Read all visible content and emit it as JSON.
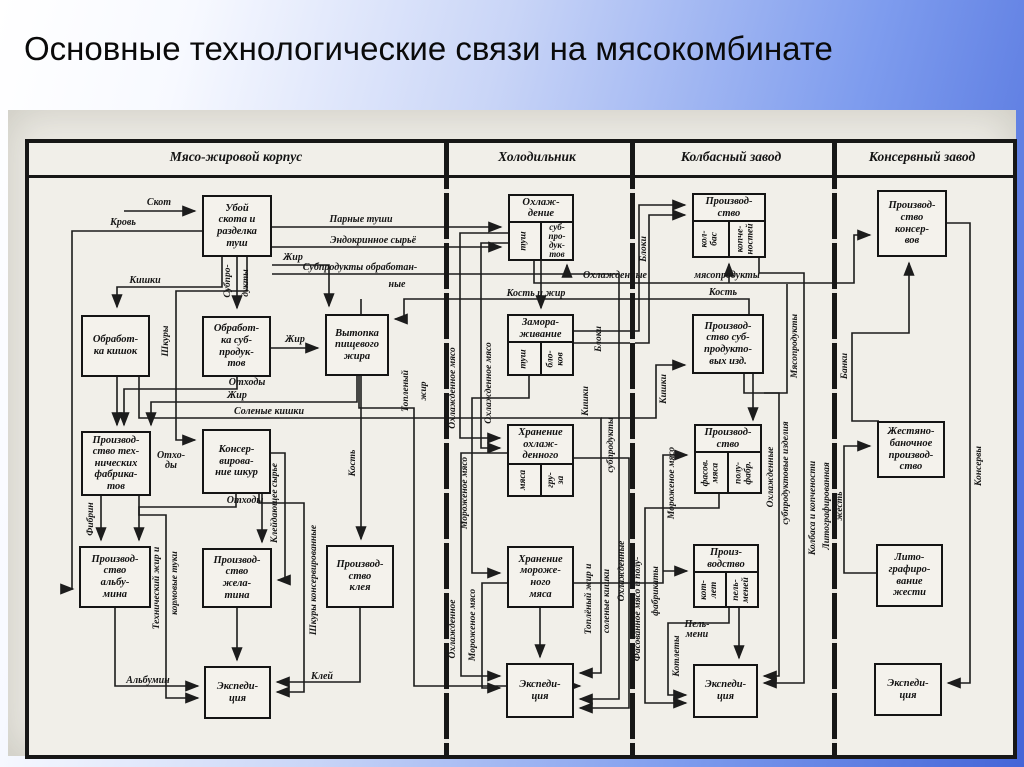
{
  "title": "Основные технологические связи на мясокомбинате",
  "sections": [
    "Мясо-жировой корпус",
    "Холодильник",
    "Колбасный завод",
    "Консервный завод"
  ],
  "boxes": {
    "m1": {
      "label": "Убой\nскота и\nразделка\nтуш"
    },
    "m2": {
      "label": "Обработ-\nка кишок"
    },
    "m3": {
      "label": "Обработ-\nка суб-\nпродук-\nтов"
    },
    "m4": {
      "label": "Вытопка\nпищевого\nжира"
    },
    "m5": {
      "label": "Производ-\nство тех-\nнических\nфабрика-\nтов"
    },
    "m6": {
      "label": "Консер-\nвирова-\nние шкур"
    },
    "m7": {
      "label": "Производ-\nство\nальбу-\nмина"
    },
    "m8": {
      "label": "Производ-\nство\nжела-\nтина"
    },
    "m9": {
      "label": "Производ-\nство\nклея"
    },
    "m10": {
      "label": "Экспеди-\nция"
    },
    "x1": {
      "head": "Охлаж-\nдение",
      "c1": "туш",
      "c2": "суб-\nпро-\nдук-\nтов"
    },
    "x2": {
      "head": "Замора-\nживание",
      "c1": "туш",
      "c2": "бло-\nков"
    },
    "x3": {
      "head": "Хранение\nохлаж-\nденного",
      "c1": "мяса",
      "c2": "гру-\nза"
    },
    "x4": {
      "label": "Хранение\nмороже-\nного\nмяса"
    },
    "x5": {
      "label": "Экспеди-\nция"
    },
    "k1": {
      "head": "Производ-\nство",
      "c1": "кол-\nбас",
      "c2": "копче-\nностей"
    },
    "k2": {
      "label": "Производ-\nство суб-\nпродукто-\nвых изд."
    },
    "k3": {
      "head": "Производ-\nство",
      "c1": "фасов.\nмяса",
      "c2": "полу-\nфабр."
    },
    "k4": {
      "head": "Произ-\nводство",
      "c1": "кот-\nлет",
      "c2": "пель-\nменей"
    },
    "k5": {
      "label": "Экспеди-\nция"
    },
    "c1": {
      "label": "Производ-\nство\nконсер-\nвов"
    },
    "c2": {
      "label": "Жестяно-\nбаночное\nпроизвод-\nство"
    },
    "c3": {
      "label": "Лито-\nграфиро-\nвание\nжести"
    },
    "c4": {
      "label": "Экспеди-\nция"
    }
  },
  "hlabels": [
    "Скот",
    "Кровь",
    "Кишки",
    "Парные туши",
    "Эндокринное сырьё",
    "Жир",
    "Субпродукты обработан-",
    "ные",
    "Жир",
    "Отходы",
    "Жир",
    "Соленые кишки",
    "Отхо-\nды",
    "Отходы",
    "Альбумин",
    "Клей",
    "Кость и жир",
    "Охлажденные",
    "мясопродукты",
    "Кость",
    "Пель-\nмени"
  ],
  "vlabels": [
    "Субпро-",
    "дукты",
    "Шкуры",
    "Кость",
    "Топленый",
    "жир",
    "Охлажденное мясо",
    "Охлажденное мясо",
    "Мороженое мясо",
    "Охлажденное",
    "Мороженое мясо",
    "Топлёный жир и",
    "соленые кишки",
    "Охлажденные",
    "Блоки",
    "Блоки",
    "Кишки",
    "Кишки",
    "субпродукты",
    "Мороженое мясо",
    "Мясопродукты",
    "Охлажденные",
    "субпродуктовые изделия",
    "Колбаса и копчености",
    "Фасованное мясо и полу-",
    "фабрикаты",
    "Котлеты",
    "Банки",
    "Литографированная",
    "жесть",
    "Консервы",
    "Клейдающее сырье",
    "Шкуры консервированные",
    "Фибрин",
    "Технический жир и",
    "кормовые туки"
  ]
}
